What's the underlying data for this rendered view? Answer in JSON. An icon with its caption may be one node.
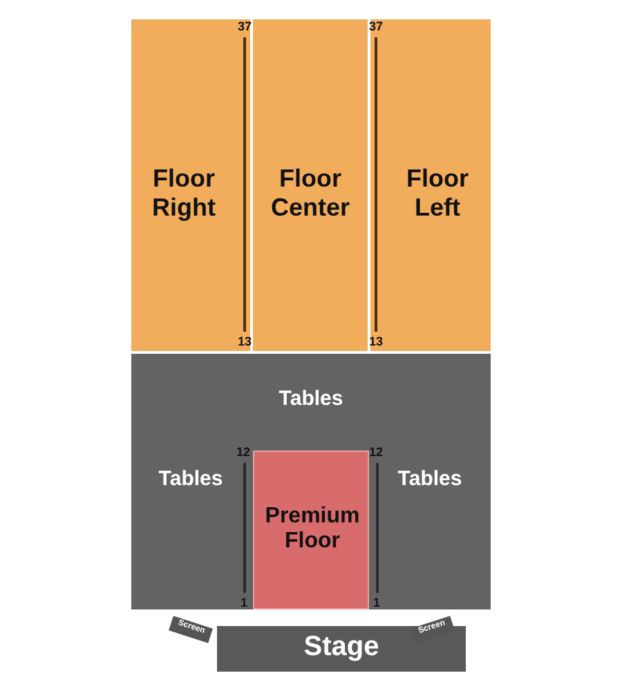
{
  "diagram": {
    "nodes": [
      {
        "text": [
          "Floor Right"
        ]
      },
      {
        "text": [
          "Floor Center"
        ]
      },
      {
        "text": [
          "Floor Left"
        ]
      },
      {
        "text": [
          "Tables",
          "Tables",
          "Tables"
        ]
      },
      {
        "text": [
          "Premium Floor"
        ],
        "in": 3
      },
      {
        "text": [
          "Screen"
        ]
      },
      {
        "text": [
          "Stage"
        ]
      },
      {
        "text": [
          "Screen"
        ]
      }
    ],
    "labels": [
      "37",
      "37",
      "13",
      "13",
      "12",
      "12",
      "1",
      "1"
    ]
  }
}
